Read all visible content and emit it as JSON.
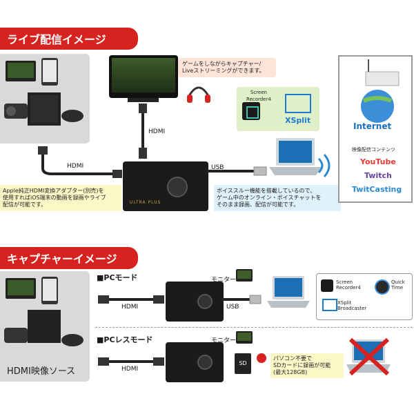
{
  "sections": {
    "live_title": "ライブ配信イメージ",
    "capture_title": "キャプチャーイメージ"
  },
  "live": {
    "hdmi_left": "HDMI",
    "hdmi_top": "HDMI",
    "usb": "USB",
    "game_note": "ゲームをしながらキャプチャー/\nLiveストリーミングができます。",
    "apple_note": "Apple純正HDMI変換アダプター(別売)を\n使用すればiOS端末の動画を録画やライブ\n配信が可能です。",
    "voice_note": "ボイススルー機能を搭載しているので、\nゲーム中のオンライン・ボイスチャットを\nそのまま録画、配信が可能です。",
    "software": {
      "recorder": "Screen\nRecorder4",
      "xsplit": "XSplit"
    },
    "internet": {
      "label": "Internet",
      "contents_label": "映像配信コンテンツ",
      "services": [
        "YouTube",
        "Twitch",
        "TwitCasting"
      ]
    },
    "device_brand": "ULTRA PLUS"
  },
  "capture": {
    "source_label": "HDMI映像ソース",
    "pc_mode": "■PCモード",
    "pcless_mode": "■PCレスモード",
    "monitor": "モニター",
    "hdmi": "HDMI",
    "usb": "USB",
    "apps": [
      {
        "name": "Screen\nRecorder4"
      },
      {
        "name": "Quick\nTime"
      },
      {
        "name": "XSplit\nBroadcaster"
      }
    ],
    "pcless_note": "パソコン不要で\nSDカードに録画が可能\n(最大128GB)",
    "sd_label": "SD"
  },
  "colors": {
    "accent_red": "#d7231f",
    "yellow_note": "#fbf7c6",
    "blue_note": "#dff1fb",
    "peach_note": "#fde3d8",
    "green_box": "#dff0c8",
    "gray_panel": "#d9d9d9",
    "youtube": "#e53935",
    "twitch": "#6441a5",
    "twitcasting": "#2a8ad0"
  }
}
